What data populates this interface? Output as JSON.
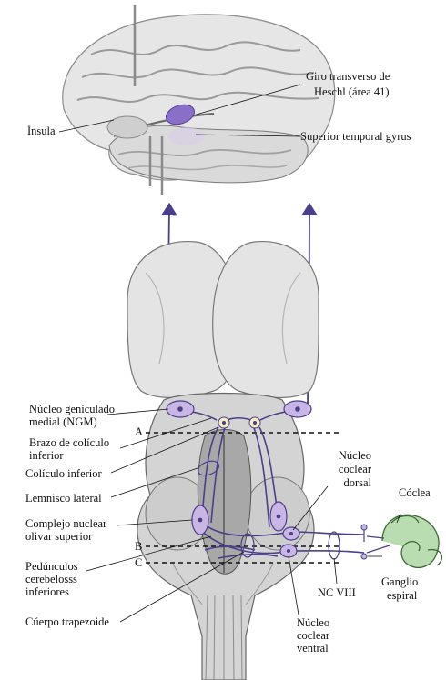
{
  "labels": {
    "insula": "Ínsula",
    "heschl_line1": "Giro transverso de",
    "heschl_line2": "Heschl (área 41)",
    "superior_temporal": "Superior temporal gyrus",
    "ngm_line1": "Núcleo geniculado",
    "ngm_line2": "medial (NGM)",
    "brazo_line1": "Brazo de colículo",
    "brazo_line2": "inferior",
    "coliculo": "Colículo inferior",
    "lemnisco": "Lemnisco lateral",
    "complejo_line1": "Complejo nuclear",
    "complejo_line2": "olivar superior",
    "pedunculos_line1": "Pedúnculos",
    "pedunculos_line2": "cerebelosss",
    "pedunculos_line3": "inferiores",
    "cuerpo": "Cúerpo trapezoide",
    "nucleo_dorsal_line1": "Núcleo",
    "nucleo_dorsal_line2": "coclear",
    "nucleo_dorsal_line3": "dorsal",
    "coclea": "Cóclea",
    "ganglio_line1": "Ganglio",
    "ganglio_line2": "espiral",
    "nc_viii": "NC VIII",
    "nucleo_ventral_line1": "Núcleo",
    "nucleo_ventral_line2": "coclear",
    "nucleo_ventral_line3": "ventral",
    "section_a": "A",
    "section_b": "B",
    "section_c": "C"
  },
  "colors": {
    "pathway": "#4b3f8a",
    "nucleus_fill": "#c9b6e4",
    "heschl": "#8a6fc9",
    "cochlea": "#b9dcb0",
    "brain": "#e6e6e6"
  }
}
